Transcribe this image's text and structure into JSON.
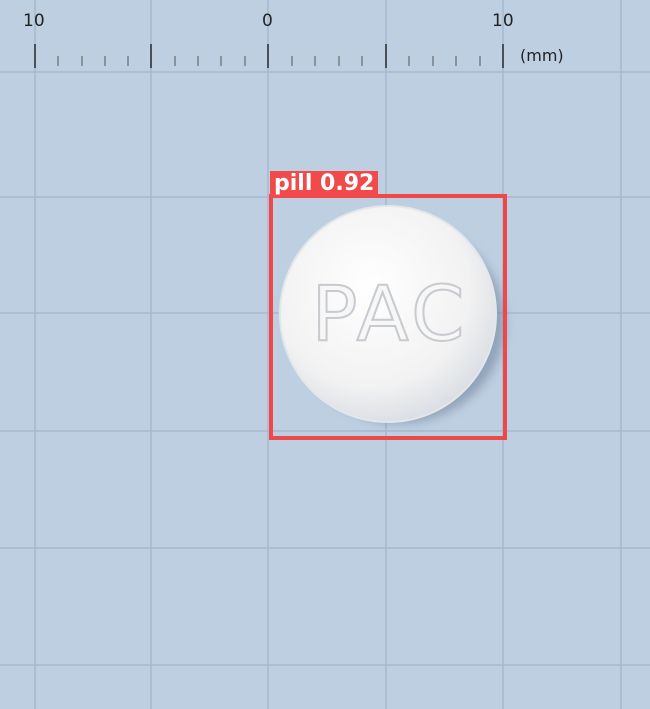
{
  "ruler": {
    "tick_labels": [
      "10",
      "0",
      "10"
    ],
    "unit": "(mm)"
  },
  "detection": {
    "class_name": "pill",
    "confidence": "0.92",
    "label_text": "pill 0.92",
    "box_color": "#f04848"
  },
  "pill": {
    "imprint": "PAC",
    "color": "#f4f4f4"
  }
}
